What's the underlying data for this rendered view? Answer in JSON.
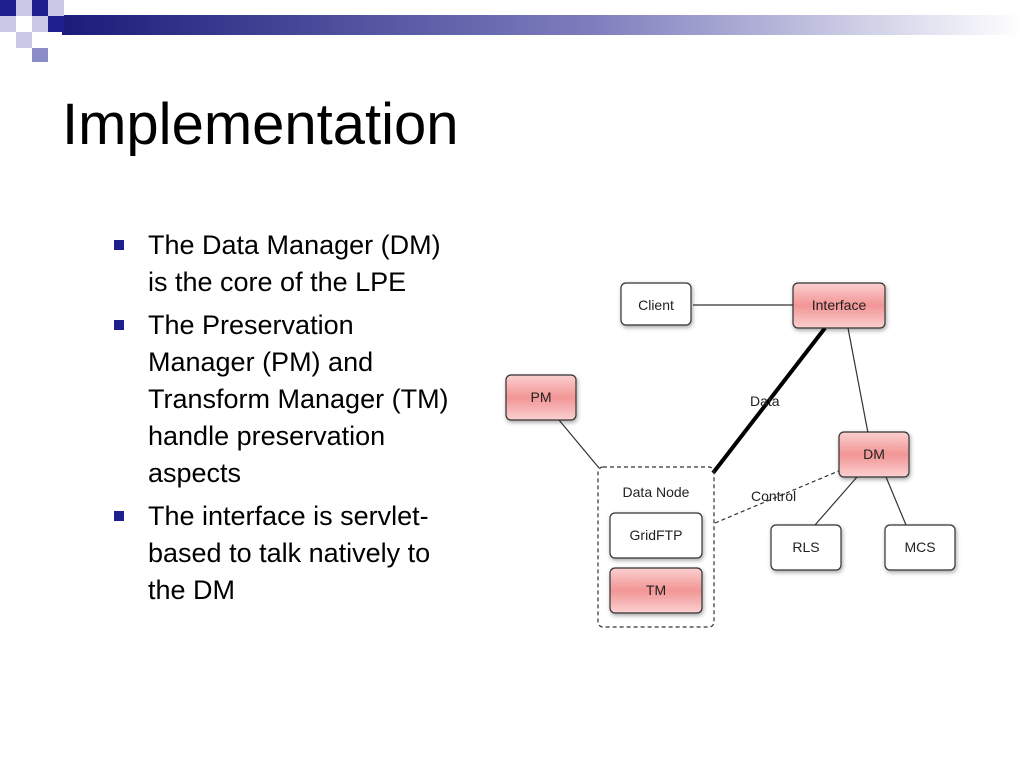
{
  "slide": {
    "title": "Implementation",
    "bullets": [
      "The Data Manager (DM) is the core of the LPE",
      "The Preservation Manager (PM) and Transform Manager (TM) handle preservation aspects",
      "The interface is servlet-based to talk natively to the DM"
    ]
  },
  "diagram": {
    "nodes": {
      "client": "Client",
      "interface": "Interface",
      "pm": "PM",
      "dm": "DM",
      "data_node": "Data Node",
      "gridftp": "GridFTP",
      "tm": "TM",
      "rls": "RLS",
      "mcs": "MCS"
    },
    "edges": {
      "data": "Data",
      "control": "Control"
    }
  },
  "colors": {
    "accent": "#1f1f8f",
    "highlight_node": "#f08a8a",
    "plain_node": "#ffffff"
  }
}
